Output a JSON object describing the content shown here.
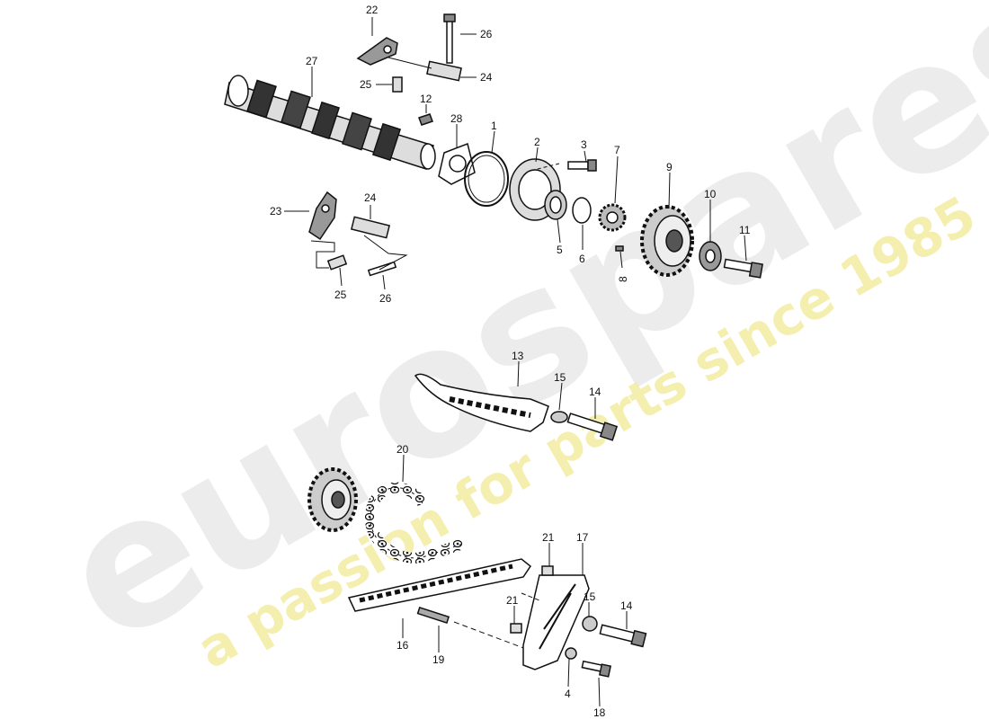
{
  "watermark": {
    "brand": "eurospares",
    "tagline": "a passion for parts since 1985",
    "brand_color": "#e6e6e6",
    "tagline_color": "#f1eb9a"
  },
  "parts": {
    "p1": "1",
    "p2": "2",
    "p3": "3",
    "p4": "4",
    "p5": "5",
    "p6": "6",
    "p7": "7",
    "p8": "8",
    "p9": "9",
    "p10": "10",
    "p11": "11",
    "p12": "12",
    "p13": "13",
    "p14a": "14",
    "p14b": "14",
    "p15a": "15",
    "p15b": "15",
    "p16": "16",
    "p17": "17",
    "p18": "18",
    "p19": "19",
    "p20": "20",
    "p21a": "21",
    "p21b": "21",
    "p22": "22",
    "p23": "23",
    "p24a": "24",
    "p24b": "24",
    "p25a": "25",
    "p25b": "25",
    "p26a": "26",
    "p26b": "26",
    "p27": "27",
    "p28": "28"
  },
  "icons": [
    "camshaft-icon",
    "sprocket-icon",
    "chain-icon",
    "guide-rail-icon",
    "bolt-icon",
    "washer-icon"
  ]
}
